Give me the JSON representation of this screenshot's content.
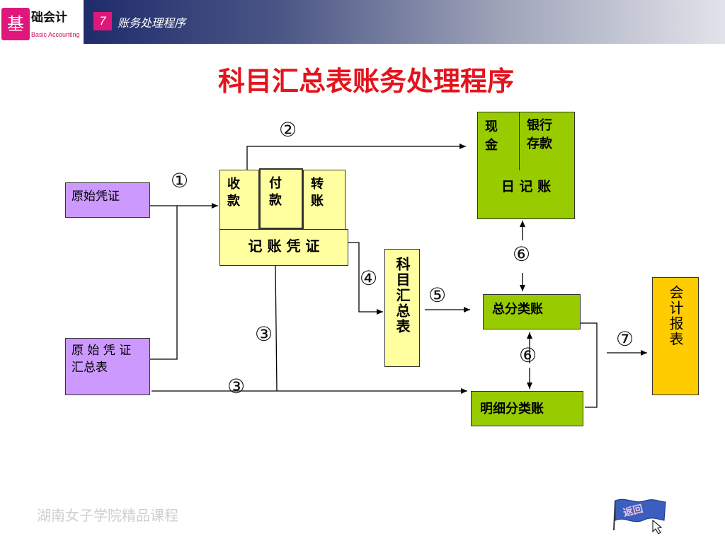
{
  "header": {
    "logo_char": "基",
    "logo_title": "础会计",
    "logo_subtitle": "Basic Accounting",
    "chapter_number": "7",
    "chapter_title": "账务处理程序"
  },
  "title": "科目汇总表账务处理程序",
  "boxes": {
    "original_voucher": "原始凭证",
    "original_voucher_summary": "原 始 凭 证\n汇总表",
    "receipt": "收\n款",
    "payment": "付\n款",
    "transfer": "转\n账",
    "voucher": "记 账 凭 证",
    "cash": "现\n金",
    "bank_deposit": "银行\n存款",
    "journal": "日 记 账",
    "summary_table": "科目汇总表",
    "general_ledger": "总分类账",
    "detail_ledger": "明细分类账",
    "financial_report": "会计报表"
  },
  "steps": {
    "s1": "①",
    "s2": "②",
    "s3a": "③",
    "s3b": "③",
    "s4": "④",
    "s5": "⑤",
    "s6a": "⑥",
    "s6b": "⑥",
    "s7": "⑦"
  },
  "footer": "湖南女子学院精品课程",
  "back_button": "返回",
  "colors": {
    "accent": "#e0177a",
    "title": "#e3141d",
    "source_box": "#cc99ff",
    "voucher_box": "#ffffa0",
    "ledger_box": "#99cc00",
    "report_box": "#ffcc00"
  }
}
